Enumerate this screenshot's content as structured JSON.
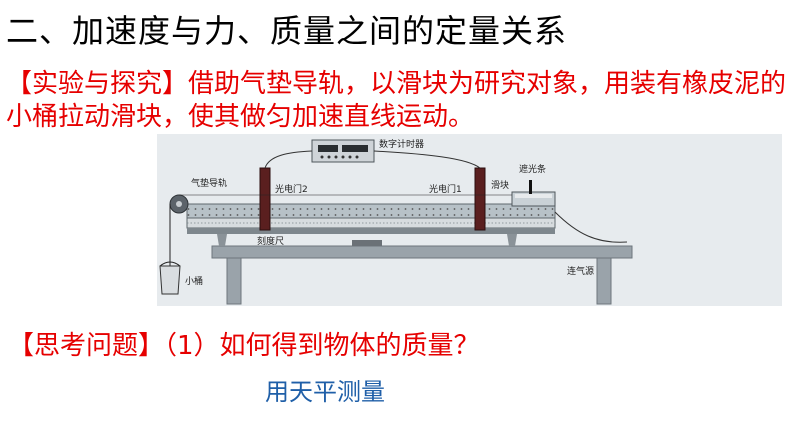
{
  "slide": {
    "title": "二、加速度与力、质量之间的定量关系",
    "intro": "【实验与探究】借助气垫导轨，以滑块为研究对象，用装有橡皮泥的小桶拉动滑块，使其做匀加速直线运动。",
    "question": "【思考问题】（1）如何得到物体的质量？",
    "answer": "用天平测量"
  },
  "figure": {
    "labels": {
      "timer": "数字计时器",
      "air_track": "气垫导轨",
      "gate2": "光电门2",
      "gate1": "光电门1",
      "slider": "滑块",
      "shade_strip": "遮光条",
      "ruler": "刻度尺",
      "bucket": "小桶",
      "air_source": "连气源"
    }
  }
}
